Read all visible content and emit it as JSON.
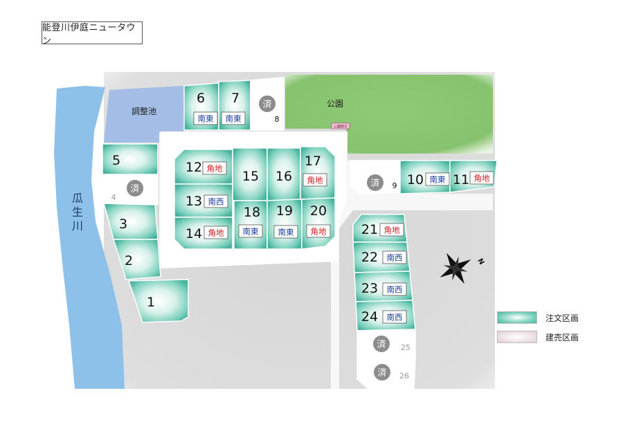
{
  "title": "能登川伊庭ニュータウン",
  "river_label": "瓜生川",
  "pond_label": "調整池",
  "park_label": "公園",
  "park_sign": "公園標示",
  "compass_label": "N",
  "sold_label": "済",
  "legend": [
    {
      "label": "注文区画",
      "swatch": "order"
    },
    {
      "label": "建売区画",
      "swatch": "built"
    }
  ],
  "colors": {
    "river": "#8ec1ea",
    "pond": "#a4bde6",
    "park": "#87c36f",
    "lot_edge": "#4bb5a0",
    "road": "#f3f3f3",
    "ground": "#dcdcdc",
    "tag_red": "#d02020",
    "tag_blue": "#1a3fa0"
  },
  "lots": [
    {
      "no": "1",
      "tag": ""
    },
    {
      "no": "2",
      "tag": ""
    },
    {
      "no": "3",
      "tag": ""
    },
    {
      "no": "4",
      "tag": "",
      "sold": true
    },
    {
      "no": "5",
      "tag": ""
    },
    {
      "no": "6",
      "tag": "南東"
    },
    {
      "no": "7",
      "tag": "南東"
    },
    {
      "no": "8",
      "tag": "",
      "sold": true
    },
    {
      "no": "9",
      "tag": "",
      "sold": true
    },
    {
      "no": "10",
      "tag": "南東"
    },
    {
      "no": "11",
      "tag": "角地"
    },
    {
      "no": "12",
      "tag": "角地"
    },
    {
      "no": "13",
      "tag": "南西"
    },
    {
      "no": "14",
      "tag": "角地"
    },
    {
      "no": "15",
      "tag": ""
    },
    {
      "no": "16",
      "tag": ""
    },
    {
      "no": "17",
      "tag": "角地"
    },
    {
      "no": "18",
      "tag": "南東"
    },
    {
      "no": "19",
      "tag": "南東"
    },
    {
      "no": "20",
      "tag": "角地"
    },
    {
      "no": "21",
      "tag": "角地"
    },
    {
      "no": "22",
      "tag": "南西"
    },
    {
      "no": "23",
      "tag": "南西"
    },
    {
      "no": "24",
      "tag": "南西"
    },
    {
      "no": "25",
      "tag": "",
      "sold": true
    },
    {
      "no": "26",
      "tag": "",
      "sold": true
    }
  ]
}
